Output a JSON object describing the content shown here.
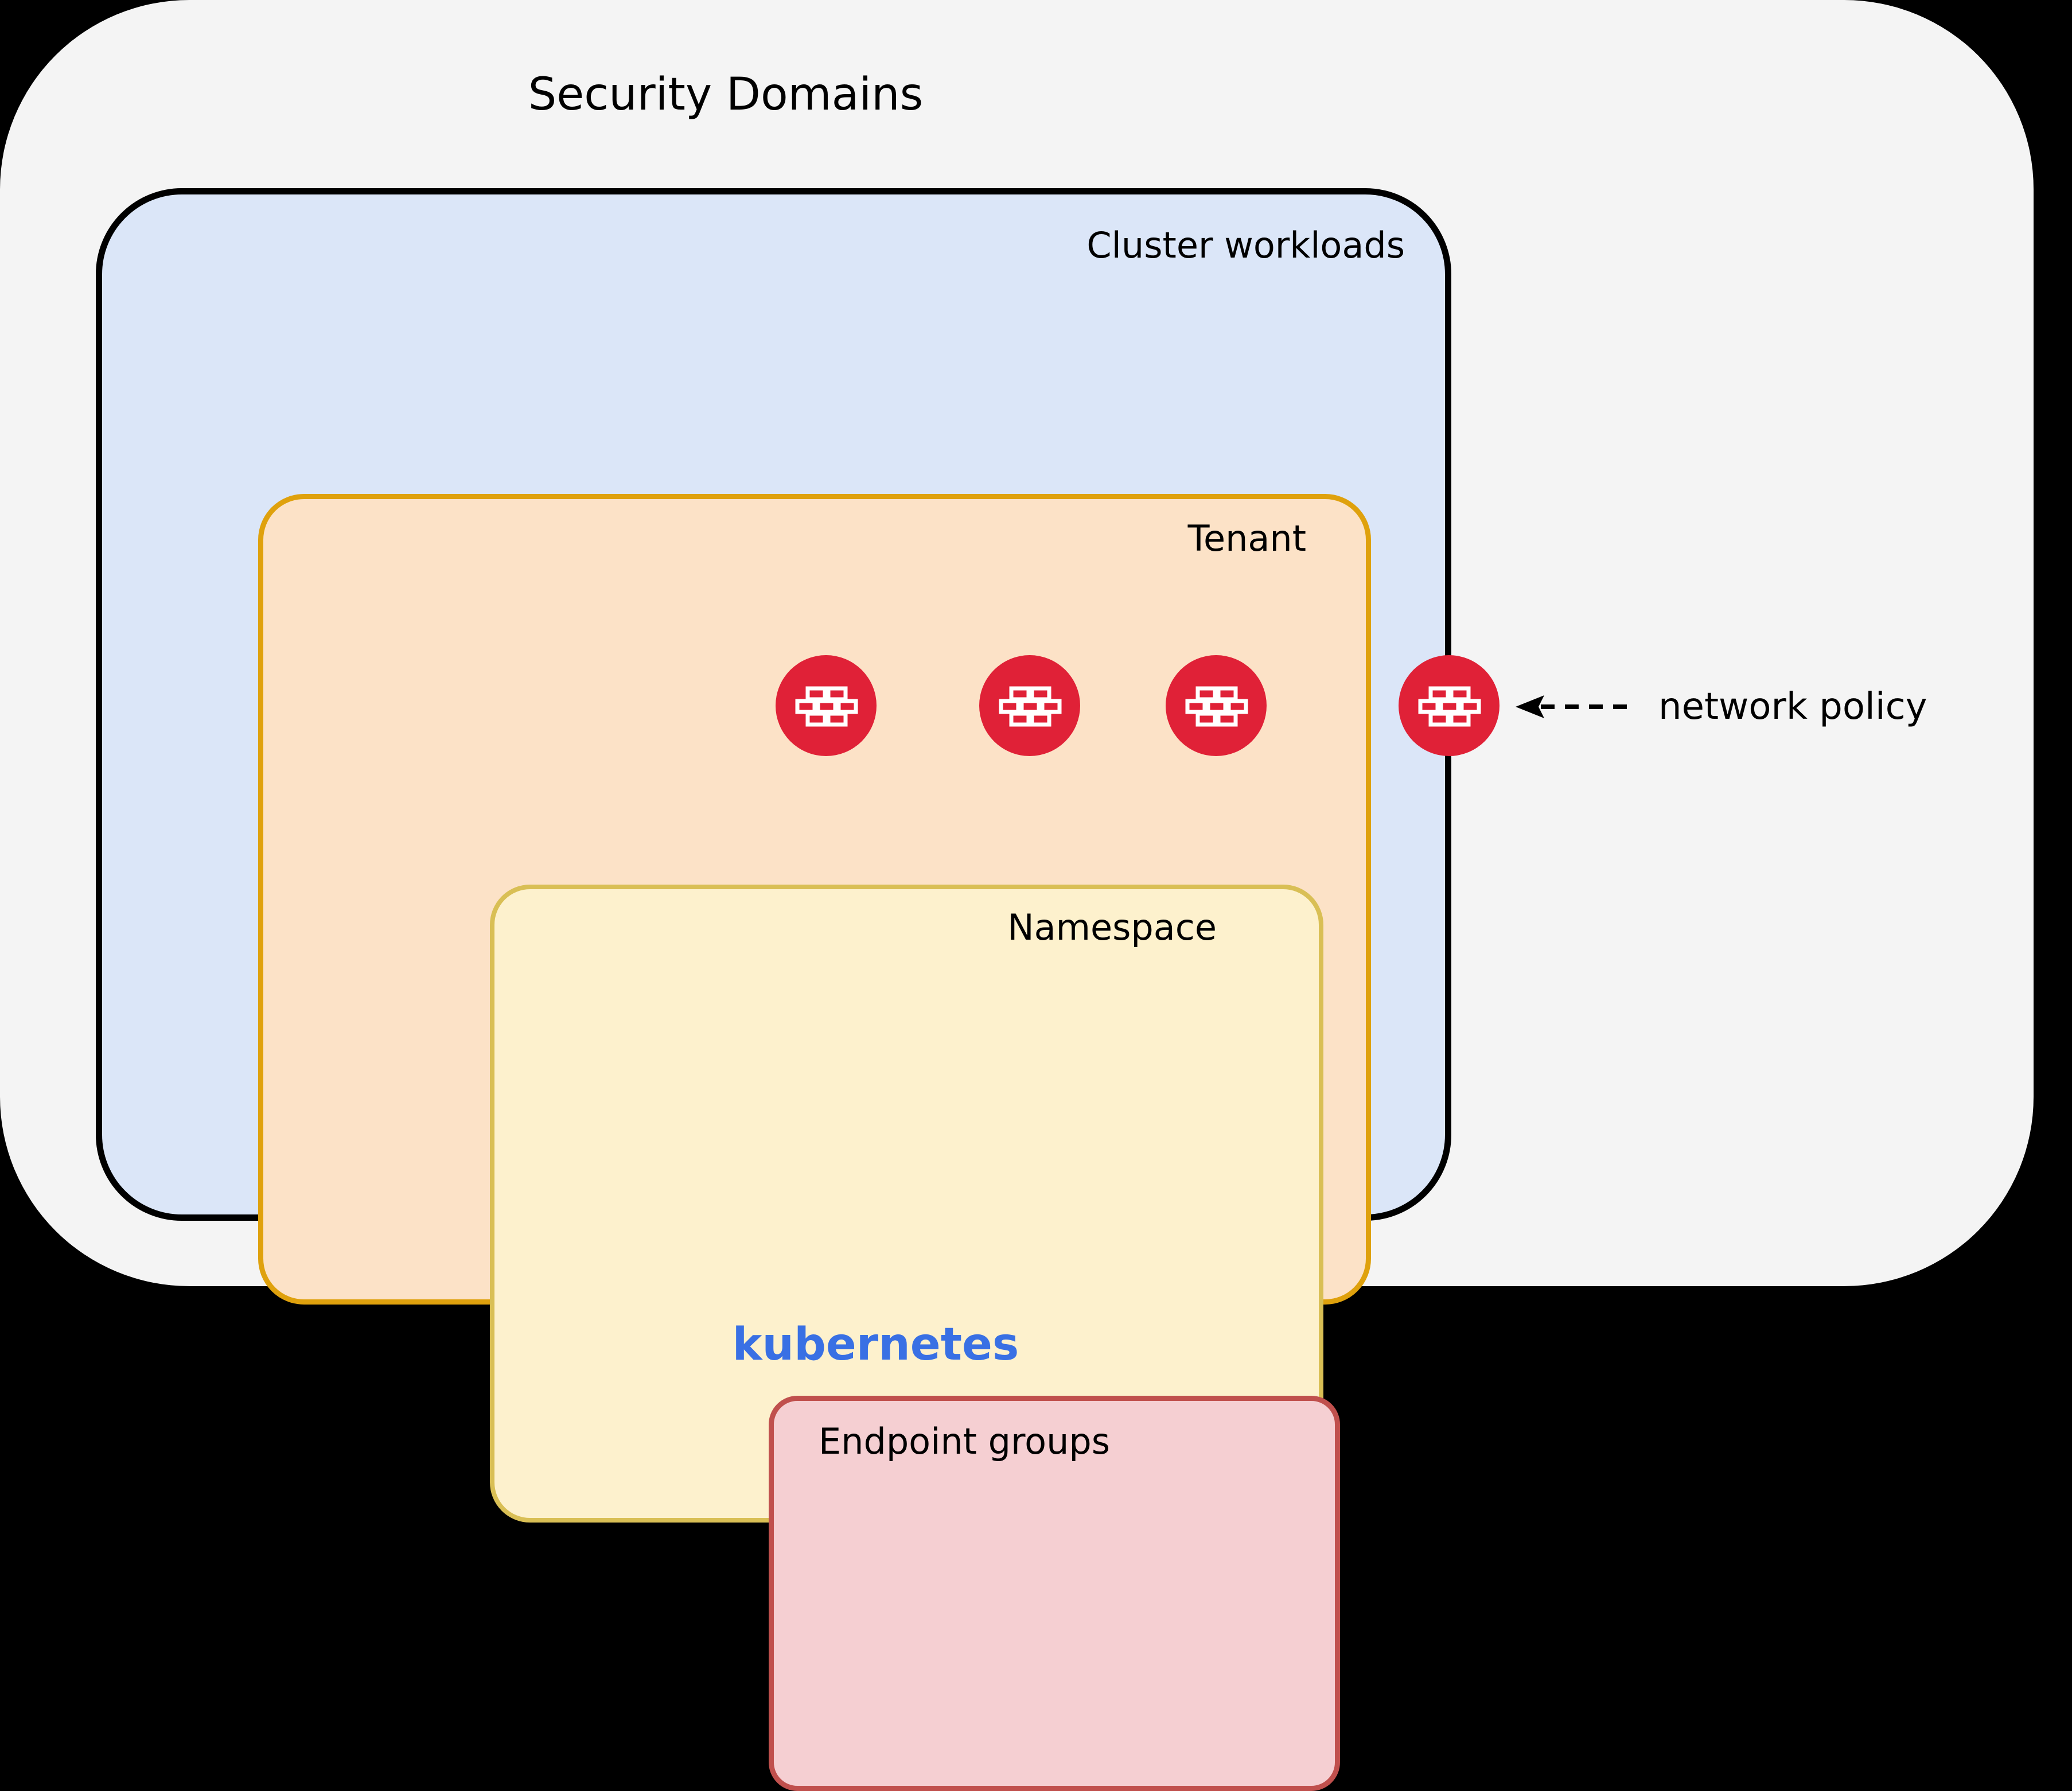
{
  "title": "Security Domains",
  "background_color": "#000000",
  "panel_color": "#f4f4f4",
  "domains": [
    {
      "id": "cluster",
      "label": "Cluster workloads",
      "fill": "#dbe6f8",
      "stroke": "#000000"
    },
    {
      "id": "tenant",
      "label": "Tenant",
      "fill": "#fce2c7",
      "stroke": "#dfa10d"
    },
    {
      "id": "namespace",
      "label": "Namespace",
      "fill": "#fdf1cd",
      "stroke": "#d9bf55"
    },
    {
      "id": "endpoint_groups",
      "label": "Endpoint groups",
      "fill": "#f5cfd2",
      "stroke": "#c0504d"
    }
  ],
  "platform": {
    "label": "kubernetes",
    "color": "#3970e4"
  },
  "policy_nodes": {
    "icon": "firewall-brick-wall-icon",
    "color": "#e02137",
    "count": 4,
    "boundaries": [
      "endpoint_groups",
      "namespace",
      "tenant",
      "cluster"
    ]
  },
  "annotation": {
    "arrow": "dashed-left-arrow-icon",
    "label": "network policy"
  }
}
